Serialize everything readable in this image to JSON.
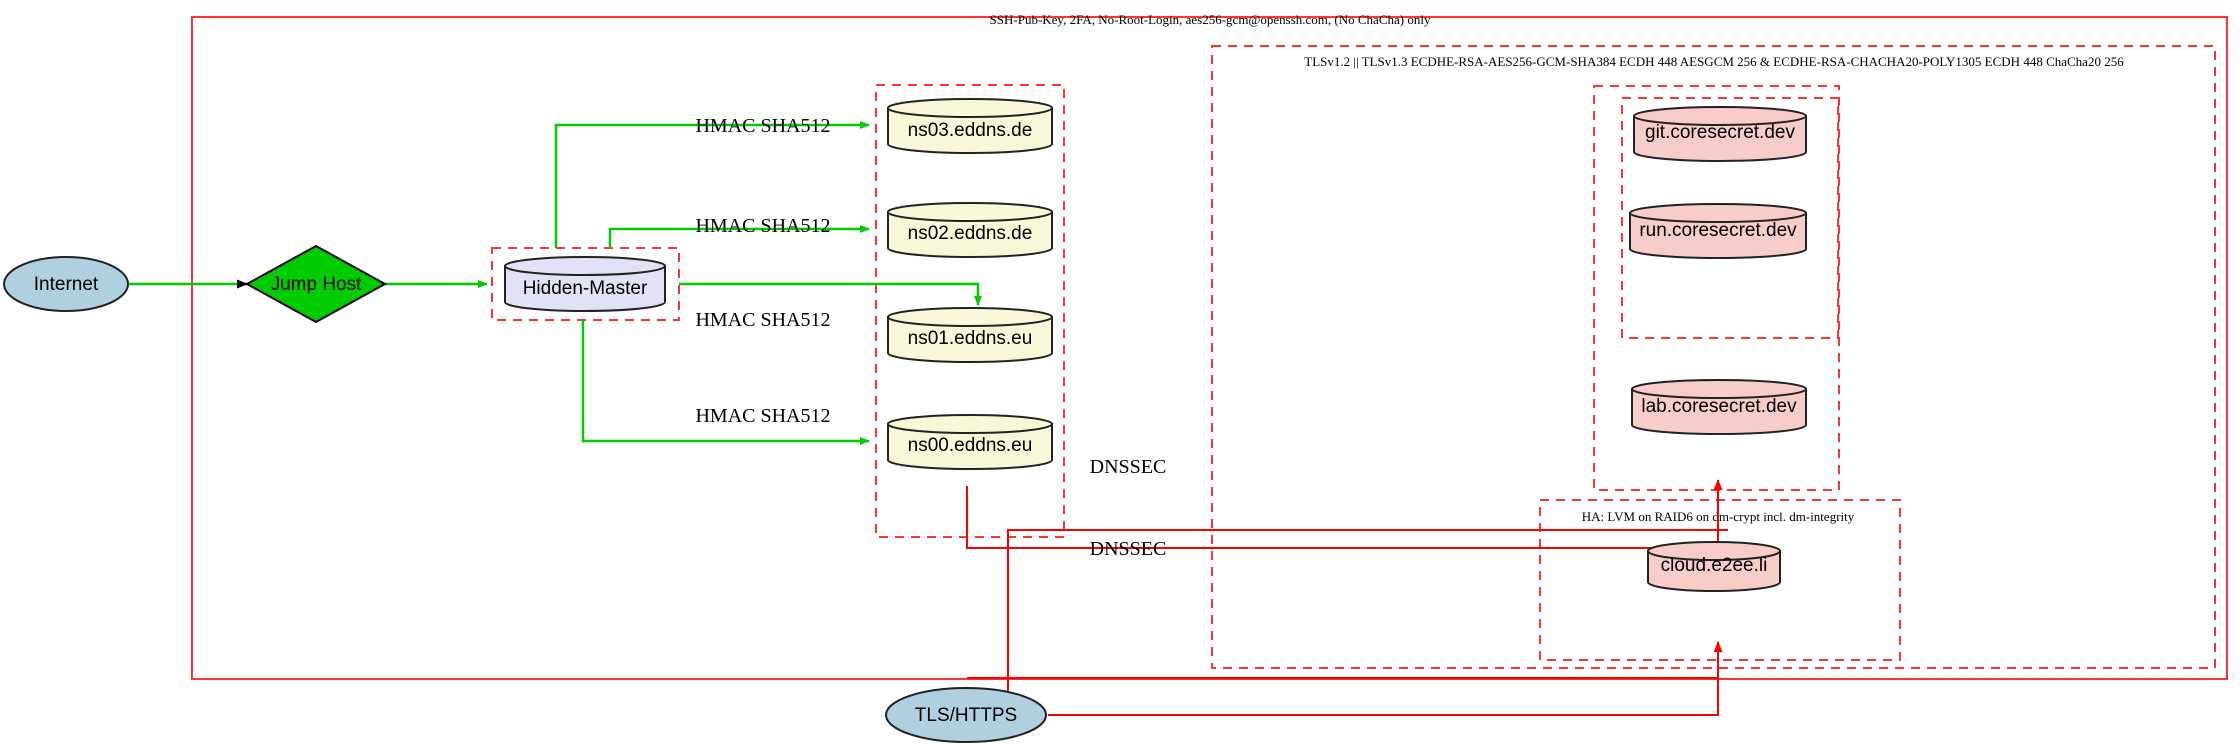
{
  "diagram": {
    "title_labels": {
      "ssh_cluster": "SSH-Pub-Key, 2FA, No-Root-Login, aes256-gcm@openssh.com, (No ChaCha) only",
      "tls_cluster": "TLSv1.2 || TLSv1.3 ECDHE-RSA-AES256-GCM-SHA384 ECDH 448 AESGCM 256 & ECDHE-RSA-CHACHA20-POLY1305 ECDH 448 ChaCha20 256",
      "ha_cluster": "HA: LVM on RAID6 on dm-crypt incl. dm-integrity"
    },
    "nodes": {
      "internet": "Internet",
      "jump_host": "Jump Host",
      "hidden_master": "Hidden-Master",
      "ns03": "ns03.eddns.de",
      "ns02": "ns02.eddns.de",
      "ns01": "ns01.eddns.eu",
      "ns00": "ns00.eddns.eu",
      "git": "git.coresecret.dev",
      "run": "run.coresecret.dev",
      "lab": "lab.coresecret.dev",
      "cloud": "cloud.e2ee.li",
      "tls_https": "TLS/HTTPS"
    },
    "edge_labels": {
      "hmac_ns03": "HMAC SHA512",
      "hmac_ns02": "HMAC SHA512",
      "hmac_ns01": "HMAC SHA512",
      "hmac_ns00": "HMAC SHA512",
      "dnssec_upper": "DNSSEC",
      "dnssec_lower": "DNSSEC"
    },
    "colors": {
      "cluster_border": "#ff3333",
      "green_edge": "#00cc00",
      "red_edge": "#ff0000",
      "internet_fill": "#b0d0e0",
      "jump_host_fill": "#00cc00",
      "hidden_master_fill": "#e2e2f5",
      "dns_fill": "#f8f8d8",
      "service_fill": "#f8ccc8",
      "node_stroke": "#222222"
    }
  }
}
